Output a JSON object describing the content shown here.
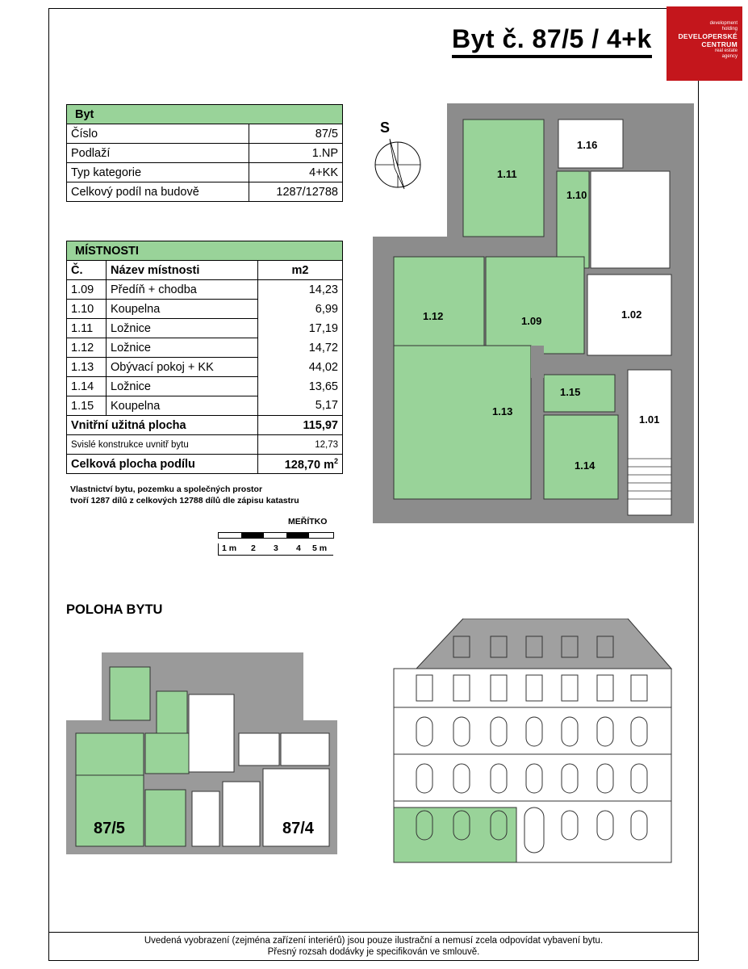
{
  "title": "Byt č. 87/5 / 4+k",
  "logo": {
    "line1": "development",
    "line2": "holding",
    "brand1": "DEVELOPERSKÉ",
    "brand2": "CENTRUM",
    "line3": "real estate",
    "line4": "agency"
  },
  "byt": {
    "header": "Byt",
    "rows": [
      {
        "label": "Číslo",
        "value": "87/5"
      },
      {
        "label": "Podlaží",
        "value": "1.NP"
      },
      {
        "label": "Typ kategorie",
        "value": "4+KK"
      },
      {
        "label": "Celkový podíl na budově",
        "value": "1287/12788"
      }
    ]
  },
  "mistnosti": {
    "header": "MÍSTNOSTI",
    "col_no": "Č.",
    "col_name": "Název místnosti",
    "col_area": "m2",
    "rows": [
      {
        "no": "1.09",
        "name": "Předíň + chodba",
        "area": "14,23"
      },
      {
        "no": "1.10",
        "name": "Koupelna",
        "area": "6,99"
      },
      {
        "no": "1.11",
        "name": "Ložnice",
        "area": "17,19"
      },
      {
        "no": "1.12",
        "name": "Ložnice",
        "area": "14,72"
      },
      {
        "no": "1.13",
        "name": "Obývací pokoj + KK",
        "area": "44,02"
      },
      {
        "no": "1.14",
        "name": "Ložnice",
        "area": "13,65"
      },
      {
        "no": "1.15",
        "name": "Koupelna",
        "area": "5,17"
      }
    ],
    "inner_label": "Vnitřní užitná plocha",
    "inner_value": "115,97",
    "svisle_label": "Svislé konstrukce uvnitř bytu",
    "svisle_value": "12,73",
    "total_label": "Celková plocha podílu",
    "total_value": "128,70 m",
    "total_sup": "2"
  },
  "note_line1": "Vlastnictví bytu, pozemku a společných prostor",
  "note_line2": "tvoří 1287 dílů z celkových 12788 dílů dle zápisu katastru",
  "scale": {
    "label": "MEŘÍTKO",
    "t1": "1 m",
    "t2": "2",
    "t3": "3",
    "t4": "4",
    "t5": "5 m"
  },
  "compass": "S",
  "rooms": {
    "r101": "1.01",
    "r102": "1.02",
    "r109": "1.09",
    "r110": "1.10",
    "r111": "1.11",
    "r112": "1.12",
    "r113": "1.13",
    "r114": "1.14",
    "r115": "1.15",
    "r116": "1.16"
  },
  "poloha": {
    "title": "POLOHA BYTU",
    "unit_a": "87/5",
    "unit_b": "87/4"
  },
  "disclaimer_line1": "Uvedená vyobrazení (zejména zařízení interiérů) jsou pouze ilustrační a nemusí zcela odpovídat vybavení bytu.",
  "disclaimer_line2": "Přesný rozsah dodávky je specifikován ve smlouvě.",
  "colors": {
    "green": "#99d399",
    "logo_red": "#c4161c",
    "wall": "#808080"
  }
}
